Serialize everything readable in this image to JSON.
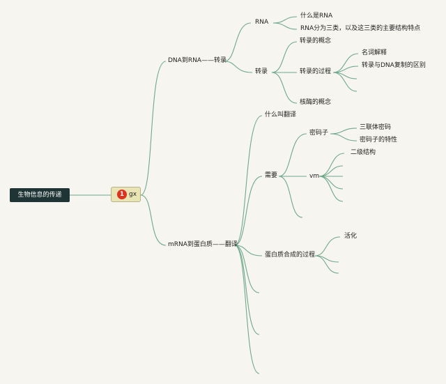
{
  "root": {
    "label": "生物信息的传递"
  },
  "hub": {
    "badge": "1",
    "text": "gx"
  },
  "branch_transcription": {
    "label": "DNA到RNA——转录",
    "rna": {
      "label": "RNA",
      "children": [
        "什么是RNA",
        "RNA分为三类，以及这三类的主要结构特点"
      ]
    },
    "zhuanlu": {
      "label": "转录",
      "concept": "转录的概念",
      "process": {
        "label": "转录的过程",
        "children": [
          "名词解释",
          "转录与DNA复制的区别"
        ]
      },
      "enzyme": "核酶的概念"
    }
  },
  "branch_translation": {
    "label": "mRNA到蛋白质——翻译",
    "what": "什么叫翻译",
    "need": {
      "label": "需要",
      "codon": {
        "label": "密码子",
        "children": [
          "三联体密码",
          "密码子的特性"
        ]
      },
      "vm": {
        "label": "vm",
        "children": [
          "二级结构"
        ]
      }
    },
    "synthesis": {
      "label": "蛋白质合成的过程",
      "children": [
        "活化"
      ]
    }
  },
  "colors": {
    "background": "#f6f5ef",
    "edge": "#6fa88a",
    "root_fill": "#1f3434",
    "hub_fill": "#e8e4b4",
    "badge": "#e2301f"
  }
}
